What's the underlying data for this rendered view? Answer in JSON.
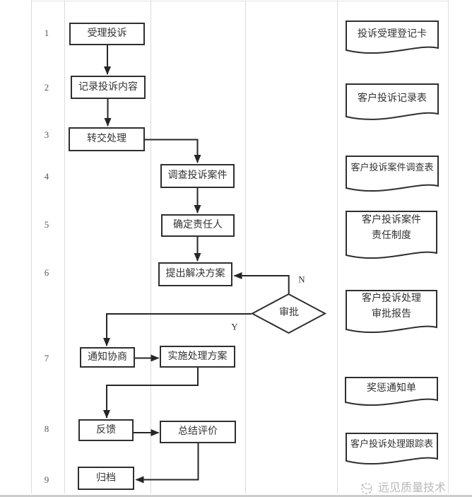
{
  "lane_numbers": [
    "1",
    "2",
    "3",
    "4",
    "5",
    "6",
    "7",
    "8",
    "9"
  ],
  "steps": [
    {
      "label": "受理投诉"
    },
    {
      "label": "记录投诉内容"
    },
    {
      "label": "转交处理"
    },
    {
      "label": "调查投诉案件"
    },
    {
      "label": "确定责任人"
    },
    {
      "label": "提出解决方案"
    },
    {
      "label": "通知协商"
    },
    {
      "label": "实施处理方案"
    },
    {
      "label": "反馈"
    },
    {
      "label": "总结评价"
    },
    {
      "label": "归档"
    }
  ],
  "decision": {
    "label": "审批",
    "no_label": "N",
    "yes_label": "Y"
  },
  "documents": [
    {
      "lines": [
        "投诉受理登记卡"
      ]
    },
    {
      "lines": [
        "客户投诉记录表"
      ]
    },
    {
      "lines": [
        "客户投诉案件调查表"
      ]
    },
    {
      "lines": [
        "客户投诉案件",
        "责任制度"
      ]
    },
    {
      "lines": [
        "客户投诉处理",
        "审批报告"
      ]
    },
    {
      "lines": [
        "奖惩通知单"
      ]
    },
    {
      "lines": [
        "客户投诉处理跟踪表"
      ]
    }
  ],
  "watermark": {
    "icon": "globe-icon",
    "text": "远见质量技术"
  },
  "colors": {
    "background": "#ffffff",
    "box-border": "#2f2f2f",
    "box-text": "#333333",
    "connector": "#262626",
    "lane-line": "#dcdcdc",
    "number-text": "#595959",
    "watermark": "#b9b9b9",
    "bottom-strip": "#cccccc"
  }
}
